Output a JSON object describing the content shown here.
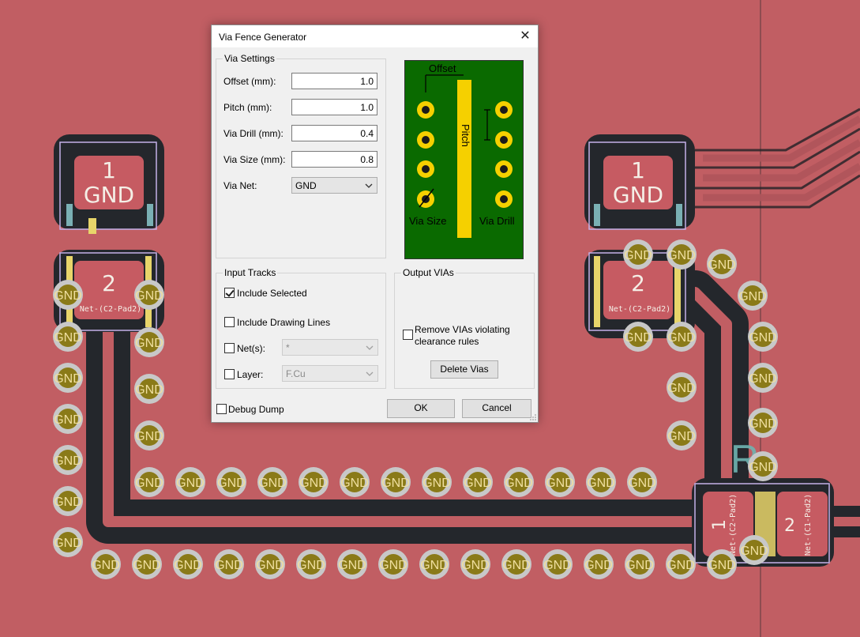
{
  "dialog": {
    "title": "Via Fence Generator",
    "via_settings": {
      "group_label": "Via Settings",
      "offset_label": "Offset (mm):",
      "offset_value": "1.0",
      "pitch_label": "Pitch (mm):",
      "pitch_value": "1.0",
      "drill_label": "Via Drill (mm):",
      "drill_value": "0.4",
      "size_label": "Via Size (mm):",
      "size_value": "0.8",
      "net_label": "Via Net:",
      "net_value": "GND"
    },
    "preview": {
      "offset": "Offset",
      "pitch": "Pitch",
      "via_size": "Via Size",
      "via_drill": "Via Drill"
    },
    "input_tracks": {
      "group_label": "Input Tracks",
      "include_selected": "Include Selected",
      "include_selected_checked": true,
      "include_drawing_lines": "Include Drawing Lines",
      "nets_label": "Net(s):",
      "nets_value": "*",
      "layer_label": "Layer:",
      "layer_value": "F.Cu"
    },
    "output_vias": {
      "group_label": "Output VIAs",
      "remove_line1": "Remove VIAs violating",
      "remove_line2": "clearance rules",
      "delete_button": "Delete Vias"
    },
    "debug_dump": "Debug Dump",
    "ok": "OK",
    "cancel": "Cancel"
  },
  "pcb": {
    "via_net": "GND",
    "pad_gnd": "GND",
    "pad_1": "1",
    "pad_2": "2",
    "net_c2_pad2": "Net-(C2-Pad2)",
    "net_c1_pad2": "Net-(C1-Pad2)",
    "colors": {
      "board": "#c15e63",
      "track": "#24272c",
      "via_ring": "#c8c8c8",
      "via_hole": "#8a7a18",
      "pad": "#c65b62",
      "silk_outline": "#c4b0e8"
    }
  }
}
